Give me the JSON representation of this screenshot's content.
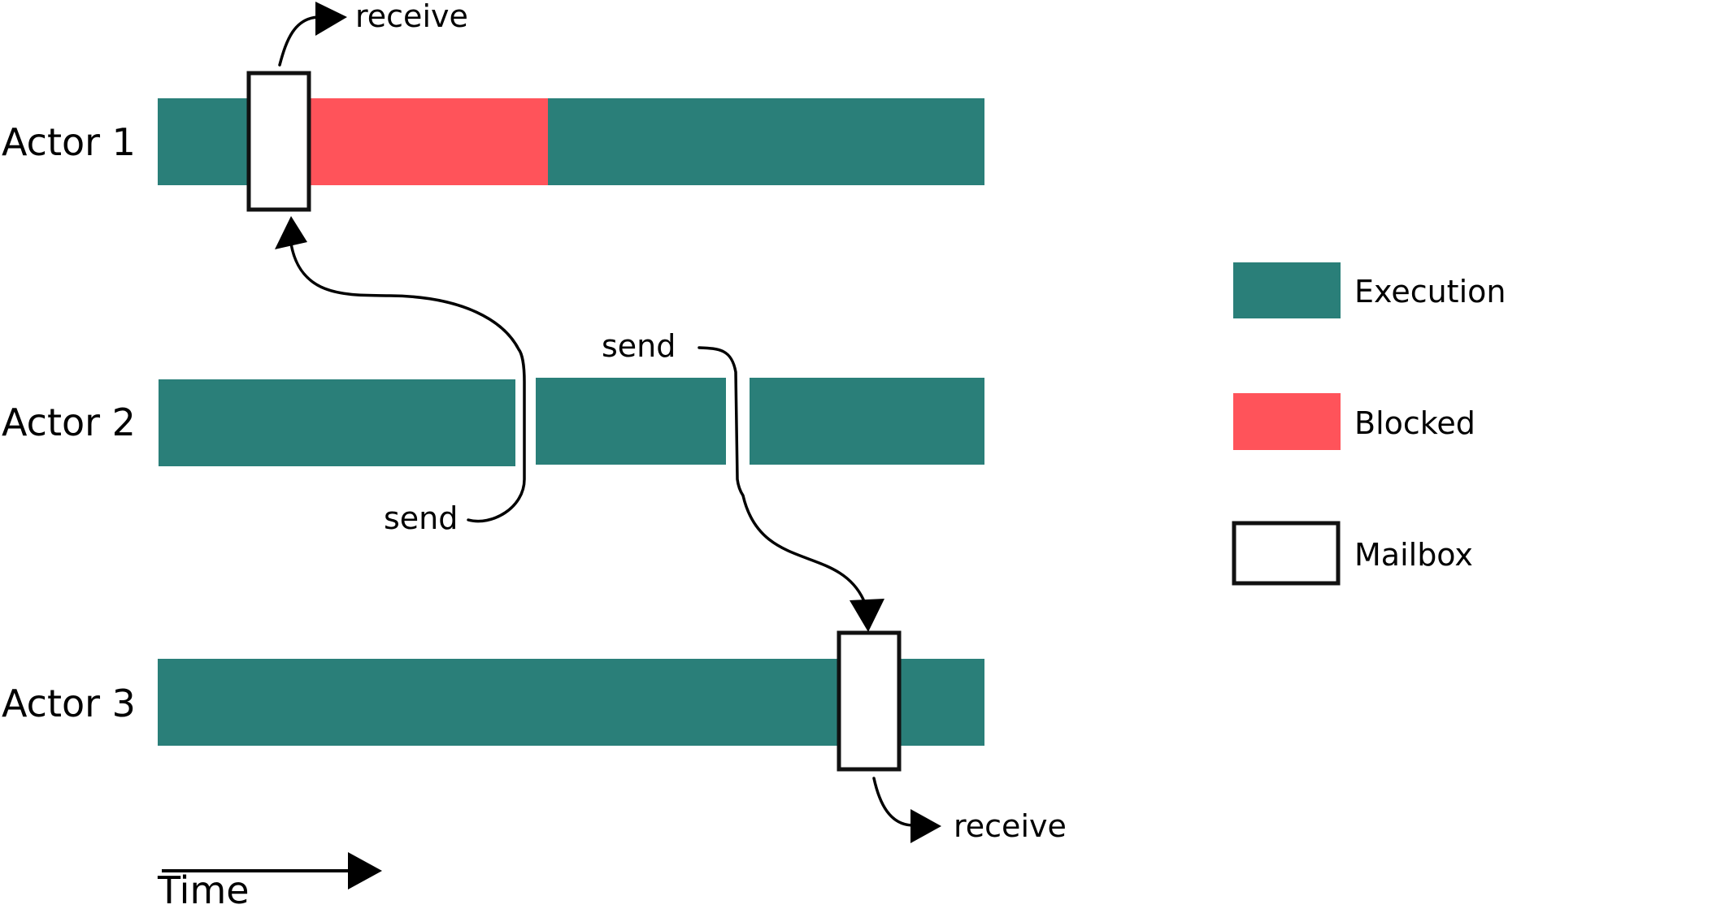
{
  "colors": {
    "execution": "#2a7f79",
    "blocked": "#ff535a",
    "mailbox_fill": "#ffffff",
    "mailbox_stroke": "#111111",
    "ink": "#000000"
  },
  "actors": [
    {
      "id": "actor-1",
      "label": "Actor 1"
    },
    {
      "id": "actor-2",
      "label": "Actor 2"
    },
    {
      "id": "actor-3",
      "label": "Actor 3"
    }
  ],
  "events": {
    "actor1_receive": "receive",
    "actor2_send_a": "send",
    "actor2_send_b": "send",
    "actor3_receive": "receive"
  },
  "legend": {
    "execution": "Execution",
    "blocked": "Blocked",
    "mailbox": "Mailbox"
  },
  "time_axis": {
    "label": "Time"
  }
}
